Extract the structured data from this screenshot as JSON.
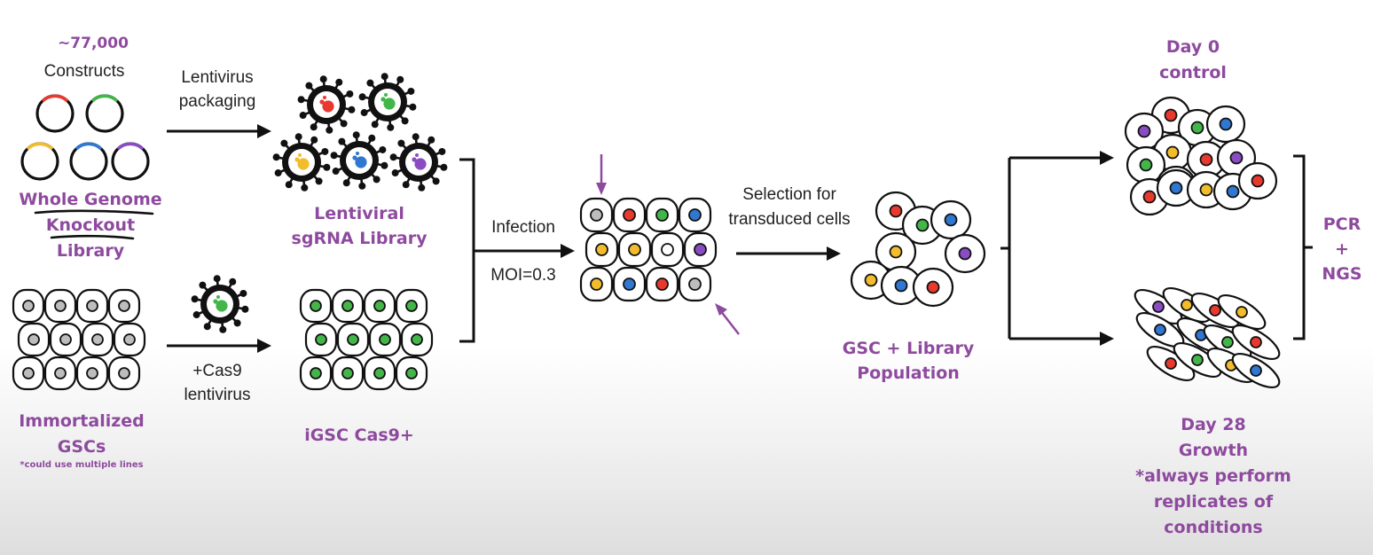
{
  "labels": {
    "construct_count": "~77,000",
    "constructs": "Constructs",
    "library_line1": "Whole Genome",
    "library_line2": "Knockout",
    "library_line3": "Library",
    "lentivirus_packaging_line1": "Lentivirus",
    "lentivirus_packaging_line2": "packaging",
    "lentiviral_library_line1": "Lentiviral",
    "lentiviral_library_line2": "sgRNA Library",
    "immortalized_line1": "Immortalized",
    "immortalized_line2": "GSCs",
    "immortalized_note": "*could use multiple lines",
    "cas9_line1": "+Cas9",
    "cas9_line2": "lentivirus",
    "igsc": "iGSC Cas9+",
    "infection": "Infection",
    "moi": "MOI=0.3",
    "selection_line1": "Selection for",
    "selection_line2": "transduced cells",
    "population_line1": "GSC + Library",
    "population_line2": "Population",
    "day0_line1": "Day 0",
    "day0_line2": "control",
    "pcr_line1": "PCR",
    "pcr_line2": "+",
    "pcr_line3": "NGS",
    "day28_line1": "Day 28",
    "day28_line2": "Growth",
    "day28_line3": "*always perform",
    "day28_line4": "replicates of",
    "day28_line5": "conditions"
  },
  "colors": {
    "accent_purple": "#8e4a9e",
    "red": "#e8392f",
    "green": "#43b649",
    "yellow": "#f2bd2c",
    "blue": "#2f77d0",
    "violet": "#8a4cc2",
    "grey": "#bdbdbd"
  },
  "plasmid_colors": [
    "red",
    "green",
    "yellow",
    "blue",
    "violet"
  ],
  "virus_colors": [
    "red",
    "green",
    "yellow",
    "blue",
    "violet"
  ],
  "infected_cells": [
    "grey",
    "red",
    "green",
    "blue",
    "yellow",
    "yellow",
    "none",
    "violet",
    "yellow",
    "blue",
    "red",
    "grey"
  ],
  "selected_cells": [
    "red",
    "green",
    "blue",
    "yellow",
    "violet",
    "yellow",
    "blue",
    "red"
  ],
  "day0_cells": [
    "red",
    "green",
    "blue",
    "violet",
    "yellow",
    "red",
    "violet",
    "green",
    "yellow",
    "red",
    "blue",
    "yellow",
    "blue",
    "red"
  ],
  "day28_cells": [
    "violet",
    "yellow",
    "red",
    "yellow",
    "blue",
    "blue",
    "green",
    "red",
    "red",
    "green",
    "yellow",
    "blue"
  ]
}
